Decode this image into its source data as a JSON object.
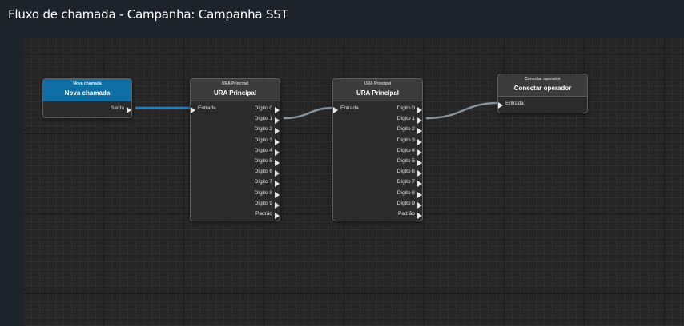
{
  "page": {
    "title": "Fluxo de chamada - Campanha: Campanha SST"
  },
  "colors": {
    "link_active": "#1f7fc0",
    "link_default": "#8a949c",
    "header_blue": "#0f6ea3"
  },
  "nodes": {
    "nova": {
      "type": "Nova chamada",
      "name": "Nova chamada",
      "out": "Saída"
    },
    "ura1": {
      "type": "URA Principal",
      "name": "URA Principal",
      "in": "Entrada",
      "outs": [
        "Dígito 0",
        "Dígito 1",
        "Dígito 2",
        "Dígito 3",
        "Dígito 4",
        "Dígito 5",
        "Dígito 6",
        "Dígito 7",
        "Dígito 8",
        "Dígito 9",
        "Padrão"
      ]
    },
    "ura2": {
      "type": "URA Principal",
      "name": "URA Principal",
      "in": "Entrada",
      "outs": [
        "Dígito 0",
        "Dígito 1",
        "Dígito 2",
        "Dígito 3",
        "Dígito 4",
        "Dígito 5",
        "Dígito 6",
        "Dígito 7",
        "Dígito 8",
        "Dígito 9",
        "Padrão"
      ]
    },
    "conectar": {
      "type": "Conectar operador",
      "name": "Conectar operador",
      "in": "Entrada"
    }
  }
}
